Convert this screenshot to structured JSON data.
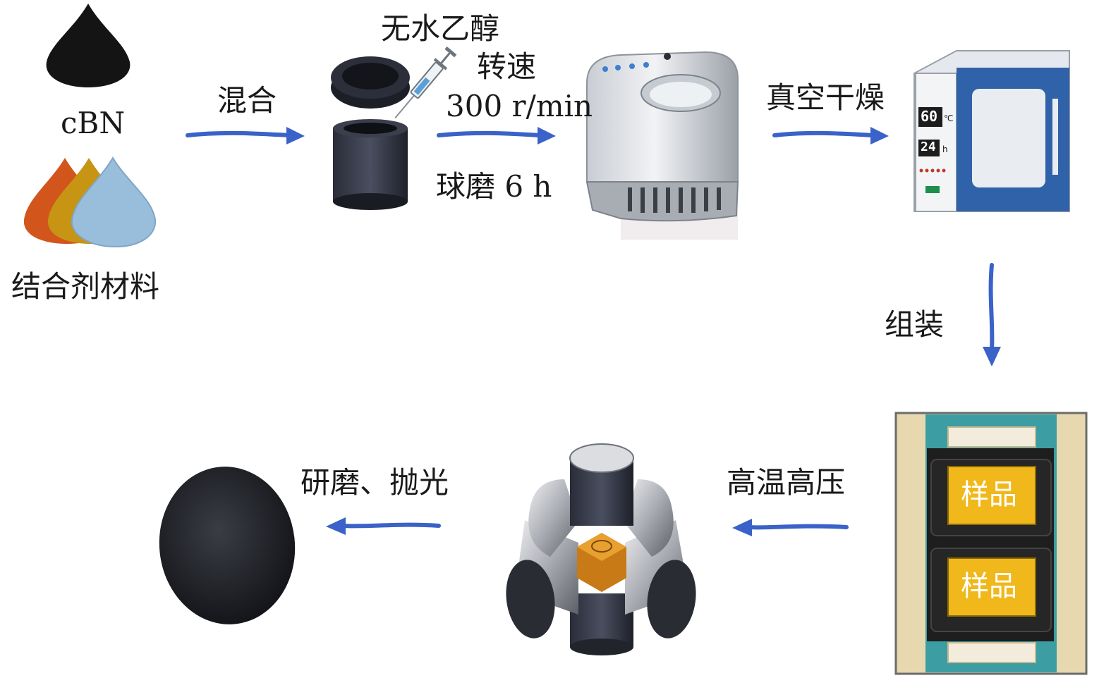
{
  "labels": {
    "cbn": "cBN",
    "binder": "结合剂材料",
    "mix": "混合",
    "ethanol": "无水乙醇",
    "speed_label": "转速",
    "speed_value": "300 r/min",
    "ball_mill": "球磨 6 h",
    "vacuum_dry": "真空干燥",
    "assemble": "组装",
    "hthp": "高温高压",
    "grind_polish": "研磨、抛光",
    "sample_top": "样品",
    "sample_bottom": "样品"
  },
  "oven_display": {
    "temp_value": "60",
    "temp_unit": "℃",
    "time_value": "24",
    "time_unit": "h"
  },
  "colors": {
    "arrow_blue": "#3a62c8",
    "cbn_black": "#141414",
    "binder_orange": "#d2551c",
    "binder_gold": "#c89414",
    "binder_blue": "#98bedc",
    "oven_blue": "#2f62a8",
    "sample_yellow": "#f0b81a",
    "assembly_teal": "#3c9ea2",
    "assembly_sand": "#e8d8b0",
    "cube_orange": "#c87a16"
  },
  "icons": [
    "cbn-powder-icon",
    "binder-powder-icon",
    "ball-mill-jar-icon",
    "syringe-icon",
    "planetary-mill-icon",
    "vacuum-oven-icon",
    "assembly-cell-icon",
    "cubic-press-icon",
    "polished-disc-icon"
  ]
}
